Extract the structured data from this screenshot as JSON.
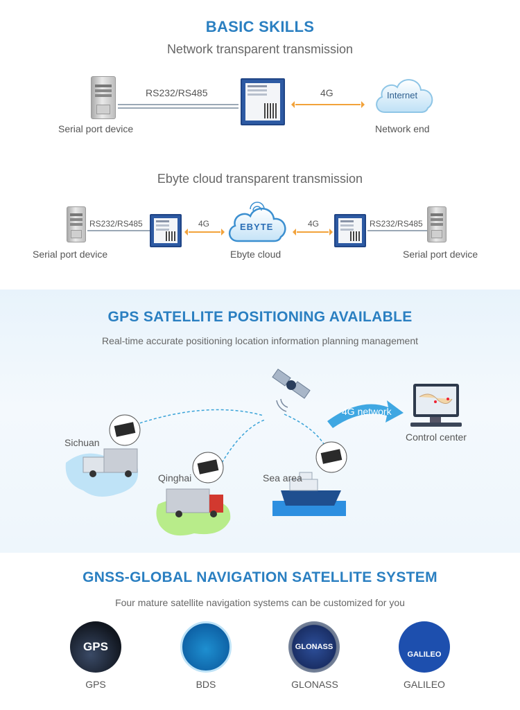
{
  "section1": {
    "title": "BASIC SKILLS",
    "subtitle1": "Network transparent transmission",
    "label_rs": "RS232/RS485",
    "label_4g": "4G",
    "label_serial": "Serial port device",
    "label_internet": "Internet",
    "label_network_end": "Network end",
    "subtitle2": "Ebyte cloud transparent transmission",
    "label_rs_left": "RS232/RS485",
    "label_4g_left": "4G",
    "label_4g_right": "4G",
    "label_rs_right": "RS232/RS485",
    "label_serial_left": "Serial port device",
    "label_ebyte_cloud": "Ebyte cloud",
    "label_serial_right": "Serial port device",
    "cloud_logo": "EBYTE"
  },
  "section2": {
    "title": "GPS SATELLITE POSITIONING AVAILABLE",
    "subtitle": "Real-time accurate positioning location information planning management",
    "label_4g_network": "4G network",
    "label_control_center": "Control center",
    "label_sichuan": "Sichuan",
    "label_qinghai": "Qinghai",
    "label_sea_area": "Sea area"
  },
  "section3": {
    "title": "GNSS-GLOBAL NAVIGATION SATELLITE SYSTEM",
    "subtitle": "Four mature satellite navigation systems can be customized for you",
    "systems": [
      {
        "name": "GPS",
        "logo_text": "GPS"
      },
      {
        "name": "BDS",
        "logo_text": ""
      },
      {
        "name": "GLONASS",
        "logo_text": "GLONASS"
      },
      {
        "name": "GALILEO",
        "logo_text": "GALILEO"
      }
    ]
  },
  "colors": {
    "accent": "#2a7fc1",
    "arrow": "#f2a23a",
    "module": "#2d5aa3"
  }
}
